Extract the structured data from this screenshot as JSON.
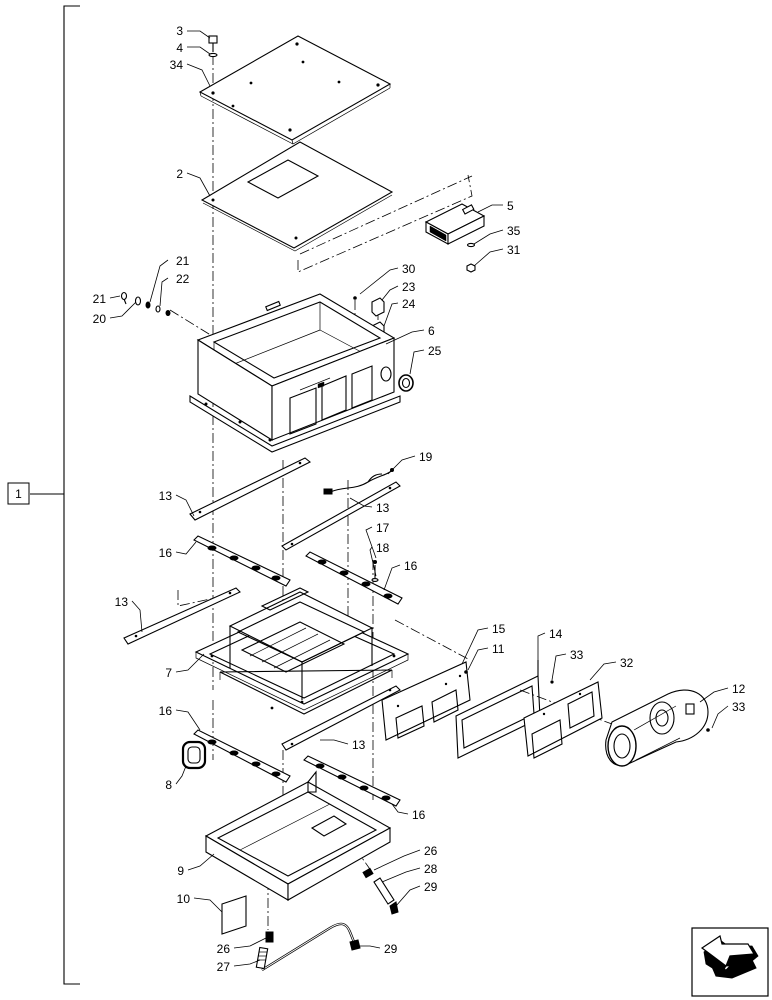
{
  "assembly_box": {
    "label": "1"
  },
  "callouts": [
    {
      "id": "c-3",
      "text": "3"
    },
    {
      "id": "c-4",
      "text": "4"
    },
    {
      "id": "c-34",
      "text": "34"
    },
    {
      "id": "c-2",
      "text": "2"
    },
    {
      "id": "c-5",
      "text": "5"
    },
    {
      "id": "c-35",
      "text": "35"
    },
    {
      "id": "c-31",
      "text": "31"
    },
    {
      "id": "c-21a",
      "text": "21"
    },
    {
      "id": "c-22",
      "text": "22"
    },
    {
      "id": "c-21b",
      "text": "21"
    },
    {
      "id": "c-20",
      "text": "20"
    },
    {
      "id": "c-30",
      "text": "30"
    },
    {
      "id": "c-23",
      "text": "23"
    },
    {
      "id": "c-24",
      "text": "24"
    },
    {
      "id": "c-6",
      "text": "6"
    },
    {
      "id": "c-25",
      "text": "25"
    },
    {
      "id": "c-19",
      "text": "19"
    },
    {
      "id": "c-13a",
      "text": "13"
    },
    {
      "id": "c-13b",
      "text": "13"
    },
    {
      "id": "c-17",
      "text": "17"
    },
    {
      "id": "c-16a",
      "text": "16"
    },
    {
      "id": "c-18",
      "text": "18"
    },
    {
      "id": "c-16b",
      "text": "16"
    },
    {
      "id": "c-13c",
      "text": "13"
    },
    {
      "id": "c-15",
      "text": "15"
    },
    {
      "id": "c-14",
      "text": "14"
    },
    {
      "id": "c-11",
      "text": "11"
    },
    {
      "id": "c-33a",
      "text": "33"
    },
    {
      "id": "c-32",
      "text": "32"
    },
    {
      "id": "c-7",
      "text": "7"
    },
    {
      "id": "c-12",
      "text": "12"
    },
    {
      "id": "c-33b",
      "text": "33"
    },
    {
      "id": "c-16c",
      "text": "16"
    },
    {
      "id": "c-13d",
      "text": "13"
    },
    {
      "id": "c-8",
      "text": "8"
    },
    {
      "id": "c-16d",
      "text": "16"
    },
    {
      "id": "c-26a",
      "text": "26"
    },
    {
      "id": "c-9",
      "text": "9"
    },
    {
      "id": "c-28",
      "text": "28"
    },
    {
      "id": "c-10",
      "text": "10"
    },
    {
      "id": "c-29a",
      "text": "29"
    },
    {
      "id": "c-26b",
      "text": "26"
    },
    {
      "id": "c-29b",
      "text": "29"
    },
    {
      "id": "c-27",
      "text": "27"
    }
  ],
  "nav": {
    "icon": "previous-page-arrow-icon"
  }
}
